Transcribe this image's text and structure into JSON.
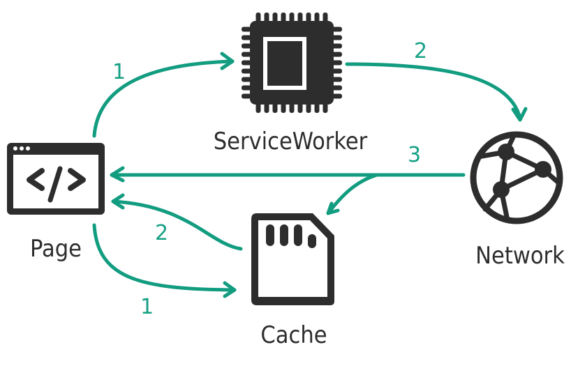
{
  "colors": {
    "accent": "#129c80",
    "icon": "#2d2d2d",
    "background": "#ffffff"
  },
  "nodes": {
    "page": {
      "label": "Page",
      "icon": "browser-code-icon"
    },
    "service_worker": {
      "label": "ServiceWorker",
      "icon": "cpu-chip-icon"
    },
    "network": {
      "label": "Network",
      "icon": "network-globe-icon"
    },
    "cache": {
      "label": "Cache",
      "icon": "sd-card-icon"
    }
  },
  "edges": [
    {
      "from": "Page",
      "to": "ServiceWorker",
      "step": "1"
    },
    {
      "from": "ServiceWorker",
      "to": "Network",
      "step": "2"
    },
    {
      "from": "Network",
      "to": "Page",
      "step": "3"
    },
    {
      "from": "Network",
      "to": "Cache",
      "step": ""
    },
    {
      "from": "Page",
      "to": "Cache",
      "step": "1"
    },
    {
      "from": "Cache",
      "to": "Page",
      "step": "2"
    }
  ]
}
